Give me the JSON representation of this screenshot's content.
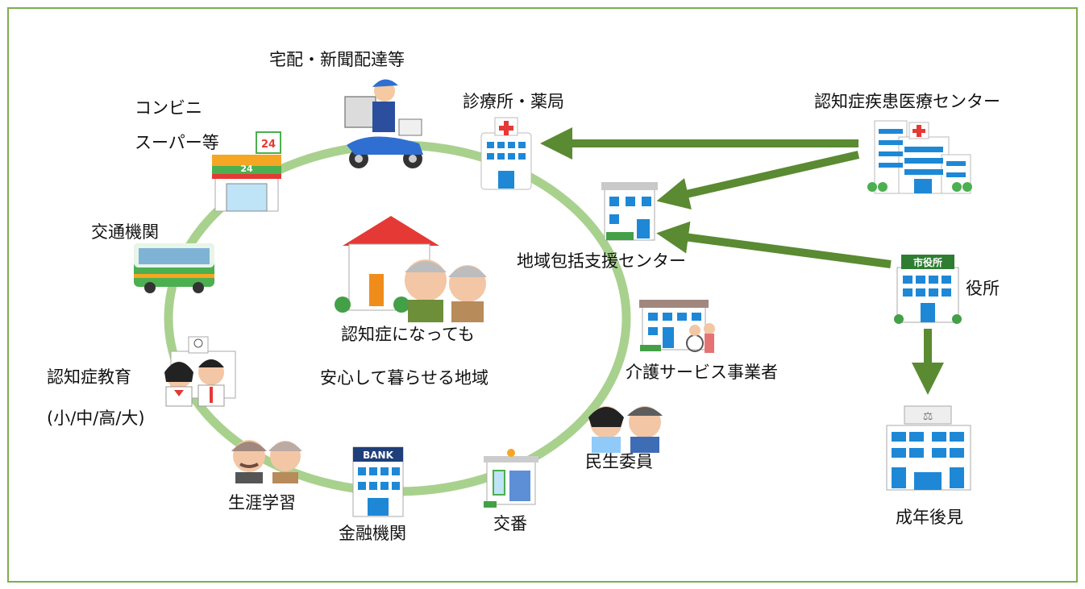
{
  "labels": {
    "delivery": "宅配・新聞配達等",
    "convenience_line1": "コンビニ",
    "convenience_line2": "スーパー等",
    "clinic": "診療所・薬局",
    "dementia_center": "認知症疾患医療センター",
    "transport": "交通機関",
    "community_center": "地域包括支援センター",
    "city_office": "役所",
    "center_line1": "認知症になっても",
    "center_line2": "安心して暮らせる地域",
    "care_services": "介護サービス事業者",
    "education_line1": "認知症教育",
    "education_line2": "(小/中/高/大)",
    "welfare_volunteers": "民生委員",
    "lifelong_learning": "生涯学習",
    "financial": "金融機関",
    "police_box": "交番",
    "guardianship": "成年後見"
  },
  "signs": {
    "convenience_sign": "24",
    "bank_sign": "BANK",
    "city_office_sign": "市役所"
  },
  "colors": {
    "frame": "#7cae4e",
    "ring": "#a9d18e",
    "arrow": "#5a8a32",
    "building_blue": "#1e88d6",
    "roof_red": "#e53935"
  }
}
